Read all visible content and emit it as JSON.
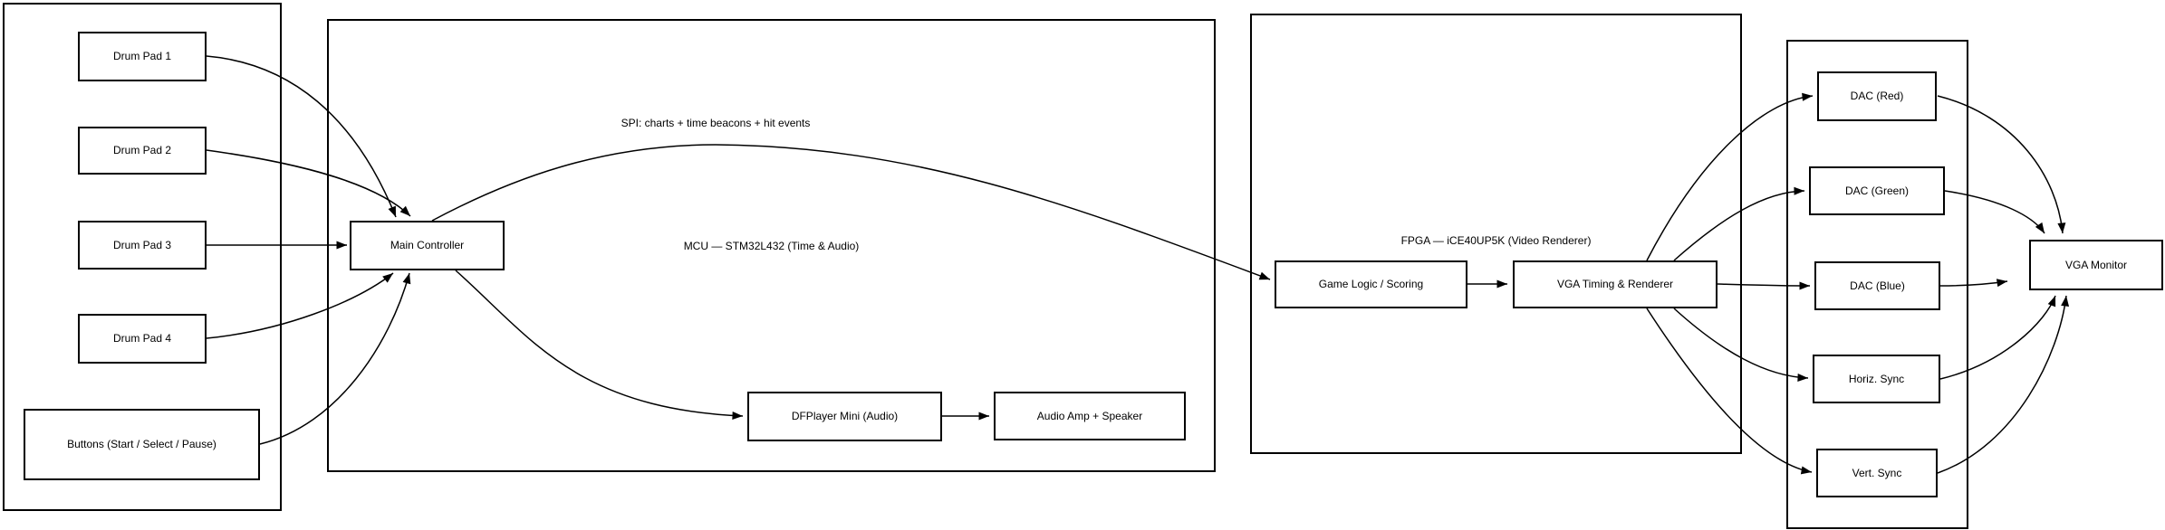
{
  "diagram": {
    "background": "#ffffff",
    "stroke_color": "#000000",
    "node_fill": "#ffffff",
    "containers": {
      "mcu": {
        "label": "MCU — STM32L432 (Time & Audio)"
      },
      "fpga": {
        "label": "FPGA — iCE40UP5K (Video Renderer)"
      }
    },
    "nodes": {
      "drum_pad_1": {
        "label": "Drum Pad 1"
      },
      "drum_pad_2": {
        "label": "Drum Pad 2"
      },
      "drum_pad_3": {
        "label": "Drum Pad 3"
      },
      "drum_pad_4": {
        "label": "Drum Pad 4"
      },
      "buttons": {
        "label": "Buttons (Start / Select / Pause)"
      },
      "main_controller": {
        "label": "Main Controller"
      },
      "dfplayer": {
        "label": "DFPlayer Mini (Audio)"
      },
      "audio_amp": {
        "label": "Audio Amp + Speaker"
      },
      "game_logic": {
        "label": "Game Logic / Scoring"
      },
      "vga_timing": {
        "label": "VGA Timing & Renderer"
      },
      "dac_red": {
        "label": "DAC (Red)"
      },
      "dac_green": {
        "label": "DAC (Green)"
      },
      "dac_blue": {
        "label": "DAC (Blue)"
      },
      "horiz_sync": {
        "label": "Horiz. Sync"
      },
      "vert_sync": {
        "label": "Vert. Sync"
      },
      "vga_monitor": {
        "label": "VGA Monitor"
      }
    },
    "edge_labels": {
      "spi": "SPI: charts + time beacons + hit events"
    }
  }
}
